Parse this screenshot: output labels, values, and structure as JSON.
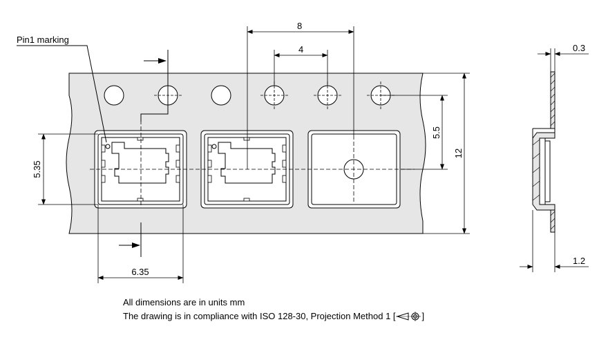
{
  "labels": {
    "pin1_marking": "Pin1 marking",
    "dim_pitch_component": "8",
    "dim_pitch_hole": "4",
    "dim_thickness": "0.3",
    "dim_hole_to_center": "5.5",
    "dim_tape_width": "12",
    "dim_pocket_height": "5.35",
    "dim_pocket_width": "6.35",
    "dim_cavity_depth": "1.2"
  },
  "notes": {
    "units": "All dimensions are in units mm",
    "compliance": "The drawing is in compliance with ISO 128-30, Projection Method 1 [",
    "compliance_end": "]"
  },
  "icons": {
    "projection": "first-angle-projection-icon"
  },
  "colors": {
    "tape_fill": "#e6e6e6",
    "line": "#000000",
    "pocket_fill": "#ffffff"
  }
}
